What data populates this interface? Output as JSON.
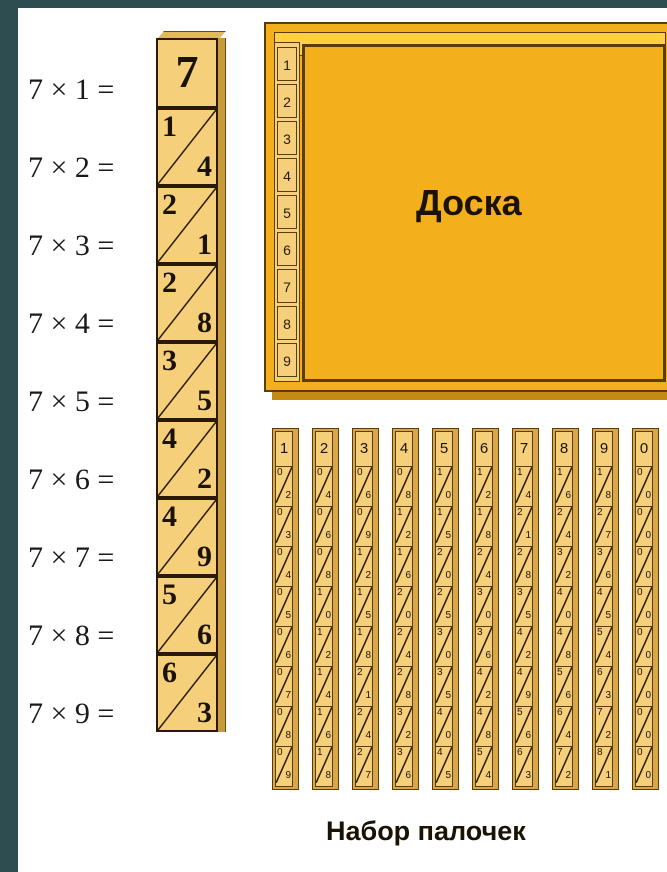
{
  "equations": [
    "7 × 1 =",
    "7 × 2 =",
    "7 × 3 =",
    "7 × 4 =",
    "7 × 5 =",
    "7 × 6 =",
    "7 × 7 =",
    "7 × 8 =",
    "7 × 9 ="
  ],
  "rod7": {
    "head": "7",
    "cells": [
      {
        "t": "1",
        "u": "4"
      },
      {
        "t": "2",
        "u": "1"
      },
      {
        "t": "2",
        "u": "8"
      },
      {
        "t": "3",
        "u": "5"
      },
      {
        "t": "4",
        "u": "2"
      },
      {
        "t": "4",
        "u": "9"
      },
      {
        "t": "5",
        "u": "6"
      },
      {
        "t": "6",
        "u": "3"
      }
    ]
  },
  "board": {
    "title": "Доска",
    "strip": [
      "1",
      "2",
      "3",
      "4",
      "5",
      "6",
      "7",
      "8",
      "9"
    ]
  },
  "rodset": {
    "caption": "Набор палочек",
    "rods": [
      {
        "head": "1",
        "cells": [
          [
            "0",
            "2"
          ],
          [
            "0",
            "3"
          ],
          [
            "0",
            "4"
          ],
          [
            "0",
            "5"
          ],
          [
            "0",
            "6"
          ],
          [
            "0",
            "7"
          ],
          [
            "0",
            "8"
          ],
          [
            "0",
            "9"
          ]
        ]
      },
      {
        "head": "2",
        "cells": [
          [
            "0",
            "4"
          ],
          [
            "0",
            "6"
          ],
          [
            "0",
            "8"
          ],
          [
            "1",
            "0"
          ],
          [
            "1",
            "2"
          ],
          [
            "1",
            "4"
          ],
          [
            "1",
            "6"
          ],
          [
            "1",
            "8"
          ]
        ]
      },
      {
        "head": "3",
        "cells": [
          [
            "0",
            "6"
          ],
          [
            "0",
            "9"
          ],
          [
            "1",
            "2"
          ],
          [
            "1",
            "5"
          ],
          [
            "1",
            "8"
          ],
          [
            "2",
            "1"
          ],
          [
            "2",
            "4"
          ],
          [
            "2",
            "7"
          ]
        ]
      },
      {
        "head": "4",
        "cells": [
          [
            "0",
            "8"
          ],
          [
            "1",
            "2"
          ],
          [
            "1",
            "6"
          ],
          [
            "2",
            "0"
          ],
          [
            "2",
            "4"
          ],
          [
            "2",
            "8"
          ],
          [
            "3",
            "2"
          ],
          [
            "3",
            "6"
          ]
        ]
      },
      {
        "head": "5",
        "cells": [
          [
            "1",
            "0"
          ],
          [
            "1",
            "5"
          ],
          [
            "2",
            "0"
          ],
          [
            "2",
            "5"
          ],
          [
            "3",
            "0"
          ],
          [
            "3",
            "5"
          ],
          [
            "4",
            "0"
          ],
          [
            "4",
            "5"
          ]
        ]
      },
      {
        "head": "6",
        "cells": [
          [
            "1",
            "2"
          ],
          [
            "1",
            "8"
          ],
          [
            "2",
            "4"
          ],
          [
            "3",
            "0"
          ],
          [
            "3",
            "6"
          ],
          [
            "4",
            "2"
          ],
          [
            "4",
            "8"
          ],
          [
            "5",
            "4"
          ]
        ]
      },
      {
        "head": "7",
        "cells": [
          [
            "1",
            "4"
          ],
          [
            "2",
            "1"
          ],
          [
            "2",
            "8"
          ],
          [
            "3",
            "5"
          ],
          [
            "4",
            "2"
          ],
          [
            "4",
            "9"
          ],
          [
            "5",
            "6"
          ],
          [
            "6",
            "3"
          ]
        ]
      },
      {
        "head": "8",
        "cells": [
          [
            "1",
            "6"
          ],
          [
            "2",
            "4"
          ],
          [
            "3",
            "2"
          ],
          [
            "4",
            "0"
          ],
          [
            "4",
            "8"
          ],
          [
            "5",
            "6"
          ],
          [
            "6",
            "4"
          ],
          [
            "7",
            "2"
          ]
        ]
      },
      {
        "head": "9",
        "cells": [
          [
            "1",
            "8"
          ],
          [
            "2",
            "7"
          ],
          [
            "3",
            "6"
          ],
          [
            "4",
            "5"
          ],
          [
            "5",
            "4"
          ],
          [
            "6",
            "3"
          ],
          [
            "7",
            "2"
          ],
          [
            "8",
            "1"
          ]
        ]
      },
      {
        "head": "0",
        "cells": [
          [
            "0",
            "0"
          ],
          [
            "0",
            "0"
          ],
          [
            "0",
            "0"
          ],
          [
            "0",
            "0"
          ],
          [
            "0",
            "0"
          ],
          [
            "0",
            "0"
          ],
          [
            "0",
            "0"
          ],
          [
            "0",
            "0"
          ]
        ]
      }
    ]
  },
  "colors": {
    "background": "#2e4d50",
    "paper": "#ffffff",
    "board": "#f3b01c",
    "rod": "#f6cf7a",
    "ink": "#1a1205"
  }
}
